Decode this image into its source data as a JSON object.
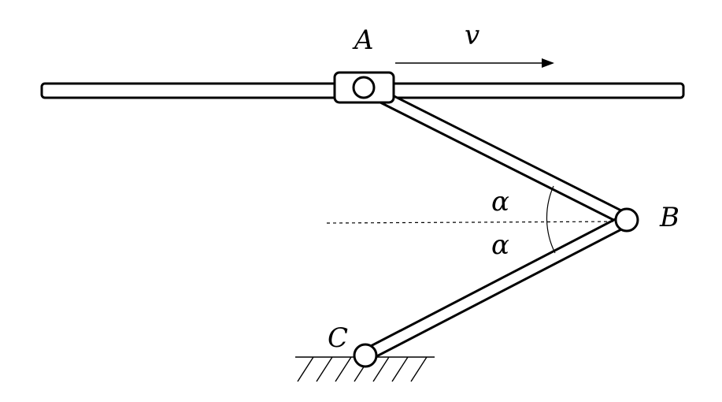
{
  "labels": {
    "slider": "A",
    "velocity": "v",
    "joint_b": "B",
    "support": "C",
    "angle_top": "α",
    "angle_bottom": "α"
  },
  "colors": {
    "stroke": "#000000",
    "fill": "#ffffff"
  }
}
